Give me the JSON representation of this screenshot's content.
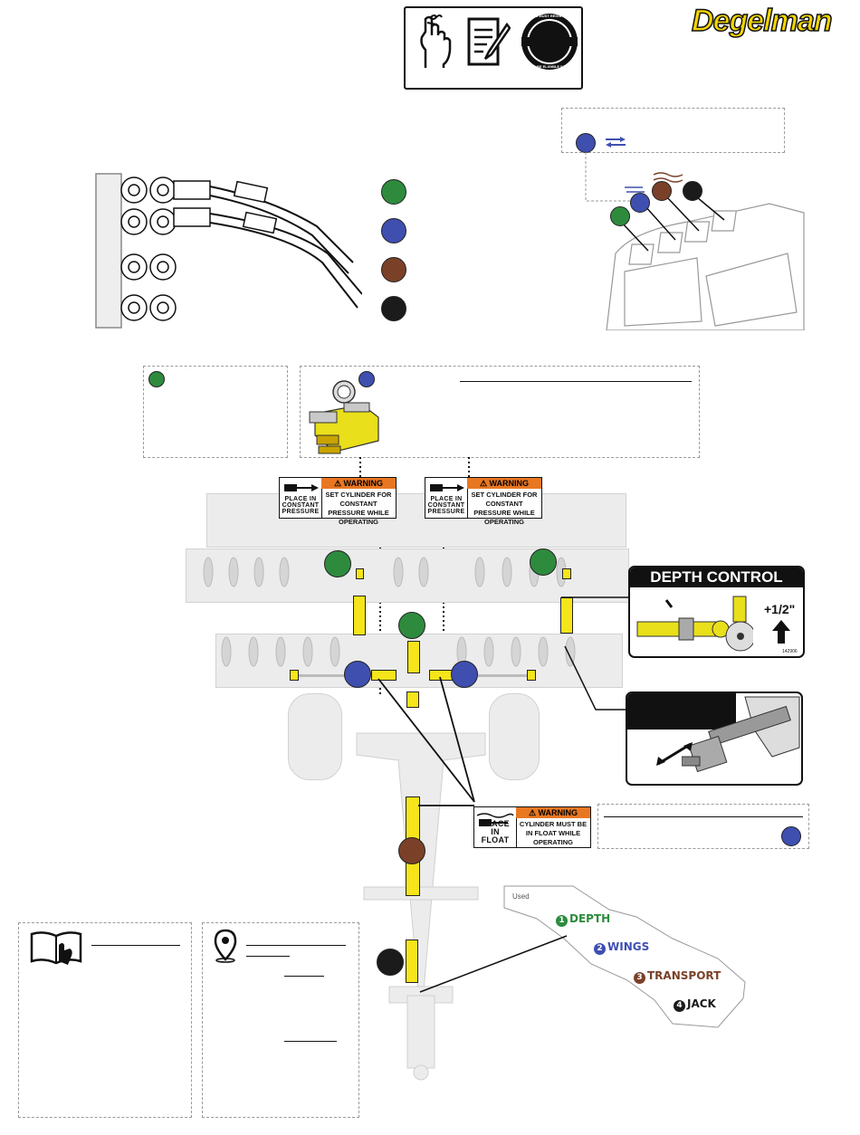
{
  "brand": {
    "logo_text": "Degelman",
    "logo_color": "#f2d500"
  },
  "badge_seal": {
    "top_text": "YOU MUST REGISTER",
    "bottom_text": "TO BE ELIGIBLE FOR"
  },
  "decals": [
    {
      "header": "WARNING",
      "placard": "PLACE IN CONSTANT PRESSURE",
      "text": "SET CYLINDER FOR CONSTANT PRESSURE WHILE OPERATING"
    },
    {
      "header": "WARNING",
      "placard": "PLACE IN CONSTANT PRESSURE",
      "text": "SET CYLINDER FOR CONSTANT PRESSURE WHILE OPERATING"
    },
    {
      "header": "WARNING",
      "placard": "PLACE IN FLOAT",
      "text": "CYLINDER MUST BE IN FLOAT WHILE OPERATING"
    }
  ],
  "depth_control": {
    "title": "DEPTH CONTROL",
    "measure": "+1/2\"",
    "part_no": "142906"
  },
  "hose_tag": {
    "label": "Used",
    "items": [
      {
        "num": "1",
        "text": "DEPTH",
        "color": "#2e8b3e"
      },
      {
        "num": "2",
        "text": "WINGS",
        "color": "#3f4fb0"
      },
      {
        "num": "3",
        "text": "TRANSPORT",
        "color": "#7a4128"
      },
      {
        "num": "4",
        "text": "JACK",
        "color": "#1b1b1b"
      }
    ]
  },
  "colors": {
    "depth": "#2e8b3e",
    "wings": "#3f4fb0",
    "transport": "#7a4128",
    "jack": "#1b1b1b",
    "cylinder": "#f6e51a",
    "warning": "#e87722"
  },
  "icons": [
    "finger-string-icon",
    "notepad-pencil-icon",
    "register-seal-icon",
    "manual-book-icon",
    "location-pin-icon",
    "double-arrow-icon",
    "valve-assembly-icon"
  ]
}
